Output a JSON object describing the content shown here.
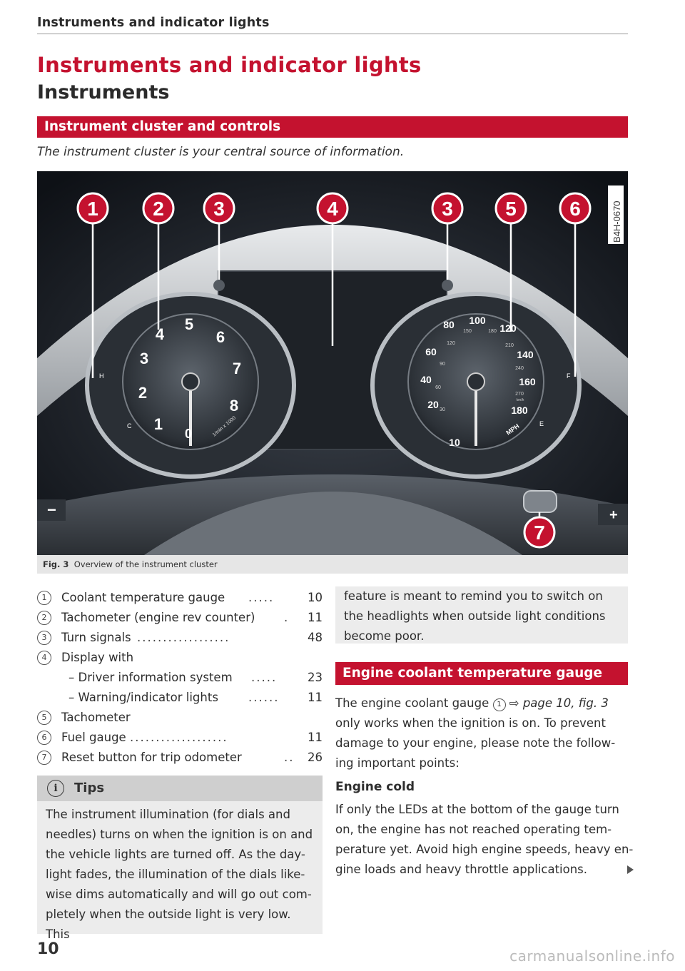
{
  "running_head": "Instruments and indicator lights",
  "title": "Instruments and indicator lights",
  "subtitle": "Instruments",
  "section_bar": "Instrument cluster and controls",
  "intro": "The instrument cluster is your central source of information.",
  "figure": {
    "code": "B4H-0670",
    "callouts": [
      "1",
      "2",
      "3",
      "4",
      "3",
      "5",
      "6",
      "7"
    ],
    "tach_numbers": [
      "1",
      "2",
      "3",
      "4",
      "5",
      "6",
      "7",
      "8",
      "0"
    ],
    "tach_unit": "1/min x 1000",
    "speedo_outer": [
      "10",
      "20",
      "40",
      "60",
      "80",
      "100",
      "120",
      "140",
      "160",
      "180"
    ],
    "speedo_inner": [
      "30",
      "60",
      "90",
      "120",
      "150",
      "180",
      "210",
      "240",
      "270"
    ],
    "speedo_unit": "MPH",
    "kmh_unit": "km/h",
    "temp_labels": [
      "H",
      "C"
    ],
    "fuel_labels": [
      "F",
      "E"
    ],
    "minus": "−",
    "plus": "+"
  },
  "caption": {
    "label": "Fig. 3",
    "text": "Overview of the instrument cluster"
  },
  "legend": [
    {
      "num": "1",
      "text": "Coolant temperature gauge",
      "dots": ".....",
      "page": "10"
    },
    {
      "num": "2",
      "text": "Tachometer (engine rev counter)",
      "dots": ".",
      "page": "11"
    },
    {
      "num": "3",
      "text": "Turn signals",
      "dots": "..................",
      "page": "48"
    },
    {
      "num": "4",
      "text": "Display with",
      "dots": "",
      "page": ""
    },
    {
      "num": "",
      "text": "– Driver information system",
      "dots": ".....",
      "page": "23"
    },
    {
      "num": "",
      "text": "– Warning/indicator lights",
      "dots": "......",
      "page": "11"
    },
    {
      "num": "5",
      "text": "Tachometer",
      "dots": "",
      "page": ""
    },
    {
      "num": "6",
      "text": "Fuel gauge",
      "dots": "...................",
      "page": "11"
    },
    {
      "num": "7",
      "text": "Reset button for trip odometer",
      "dots": "..",
      "page": "26"
    }
  ],
  "tips": {
    "icon": "i",
    "title": "Tips",
    "lines": [
      "The instrument illumination (for dials and",
      "needles) turns on when the ignition is on and",
      "the vehicle lights are turned off. As the day-",
      "light fades, the illumination of the dials like-",
      "wise dims automatically and will go out com-",
      "pletely when the outside light is very low. This"
    ],
    "continued": [
      "feature is meant to remind you to switch on",
      "the headlights when outside light conditions",
      "become poor."
    ]
  },
  "coolant": {
    "bar": "Engine coolant temperature gauge",
    "p1_pre": "The engine coolant gauge",
    "p1_circle": "1",
    "p1_ref": "⇨ page 10, fig. 3",
    "p1_lines": [
      "only works when the ignition is on. To prevent",
      "damage to your engine, please note the follow-",
      "ing important points:"
    ],
    "subhead": "Engine cold",
    "p2_lines": [
      "If only the LEDs at the bottom of the gauge turn",
      "on, the engine has not reached operating tem-",
      "perature yet. Avoid high engine speeds, heavy en-",
      "gine loads and heavy throttle applications."
    ]
  },
  "page_number": "10",
  "watermark": "carmanualsonline.info"
}
